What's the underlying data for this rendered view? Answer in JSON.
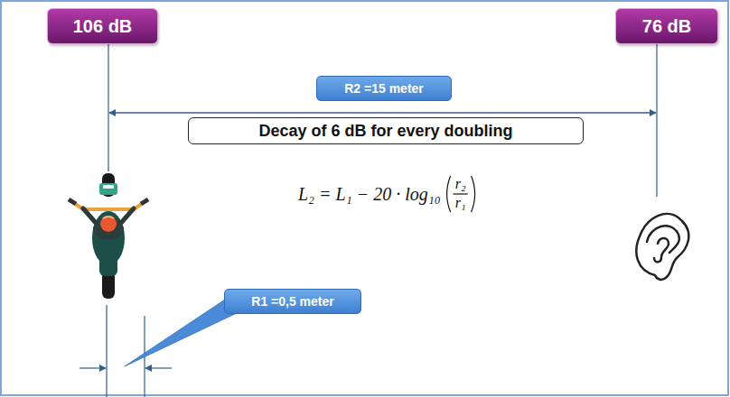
{
  "diagram": {
    "nodes": [
      {
        "text": [
          "106 dB"
        ]
      },
      {
        "text": [
          "76 dB"
        ]
      },
      {
        "text": [
          "R2 =15 meter"
        ]
      },
      {
        "text": [
          "Decay of 6 dB for every doubling"
        ]
      },
      {
        "text": [
          "R1 =0,5 meter"
        ]
      }
    ],
    "labels": [
      "L₂ = L₁ − 20 · log₁₀",
      "r₂",
      "r₁"
    ]
  }
}
